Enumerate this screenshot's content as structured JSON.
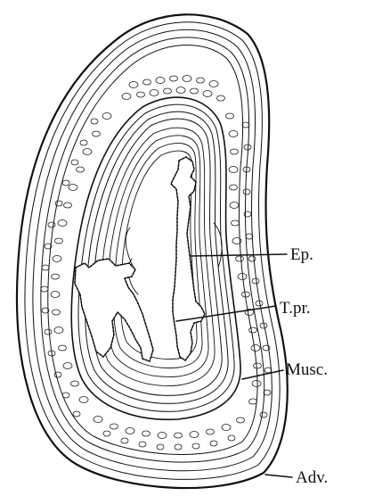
{
  "figure": {
    "labels": {
      "epithelium": "Ep.",
      "tunica_propria": "T.pr.",
      "muscularis": "Musc.",
      "adventitia": "Adv."
    },
    "ink_color": "#111111",
    "background_color": "#ffffff"
  }
}
